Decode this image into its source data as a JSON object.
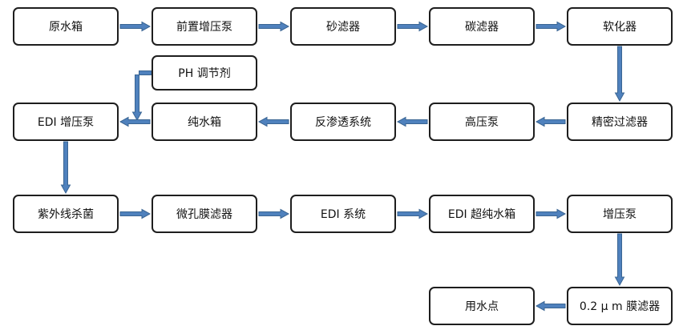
{
  "diagram": {
    "nodes": [
      {
        "id": "raw-water-tank",
        "label": "原水箱"
      },
      {
        "id": "pre-booster-pump",
        "label": "前置增压泵"
      },
      {
        "id": "sand-filter",
        "label": "砂滤器"
      },
      {
        "id": "carbon-filter",
        "label": "碳滤器"
      },
      {
        "id": "softener",
        "label": "软化器"
      },
      {
        "id": "ph-regulator",
        "label": "PH 调节剂"
      },
      {
        "id": "edi-booster-pump",
        "label": "EDI 增压泵"
      },
      {
        "id": "pure-water-tank",
        "label": "纯水箱"
      },
      {
        "id": "reverse-osmosis-system",
        "label": "反渗透系统"
      },
      {
        "id": "high-pressure-pump",
        "label": "高压泵"
      },
      {
        "id": "precision-filter",
        "label": "精密过滤器"
      },
      {
        "id": "uv-sterilizer",
        "label": "紫外线杀菌"
      },
      {
        "id": "microporous-membrane-filter",
        "label": "微孔膜滤器"
      },
      {
        "id": "edi-system",
        "label": "EDI 系统"
      },
      {
        "id": "edi-ultrapure-water-tank",
        "label": "EDI 超纯水箱"
      },
      {
        "id": "booster-pump",
        "label": "增压泵"
      },
      {
        "id": "membrane-filter-0-2um",
        "label": "0.2 μ m 膜滤器"
      },
      {
        "id": "point-of-use",
        "label": "用水点"
      }
    ],
    "edges": [
      {
        "from": "raw-water-tank",
        "to": "pre-booster-pump"
      },
      {
        "from": "pre-booster-pump",
        "to": "sand-filter"
      },
      {
        "from": "sand-filter",
        "to": "carbon-filter"
      },
      {
        "from": "carbon-filter",
        "to": "softener"
      },
      {
        "from": "softener",
        "to": "precision-filter"
      },
      {
        "from": "precision-filter",
        "to": "high-pressure-pump"
      },
      {
        "from": "high-pressure-pump",
        "to": "reverse-osmosis-system"
      },
      {
        "from": "reverse-osmosis-system",
        "to": "pure-water-tank"
      },
      {
        "from": "ph-regulator",
        "to": "edi-booster-pump"
      },
      {
        "from": "pure-water-tank",
        "to": "edi-booster-pump"
      },
      {
        "from": "edi-booster-pump",
        "to": "uv-sterilizer"
      },
      {
        "from": "uv-sterilizer",
        "to": "microporous-membrane-filter"
      },
      {
        "from": "microporous-membrane-filter",
        "to": "edi-system"
      },
      {
        "from": "edi-system",
        "to": "edi-ultrapure-water-tank"
      },
      {
        "from": "edi-ultrapure-water-tank",
        "to": "booster-pump"
      },
      {
        "from": "booster-pump",
        "to": "membrane-filter-0-2um"
      },
      {
        "from": "membrane-filter-0-2um",
        "to": "point-of-use"
      }
    ],
    "colors": {
      "arrow_fill": "#4f81bd",
      "arrow_stroke": "#3a6593",
      "box_border": "#1e1e1e",
      "text": "#111111"
    }
  }
}
